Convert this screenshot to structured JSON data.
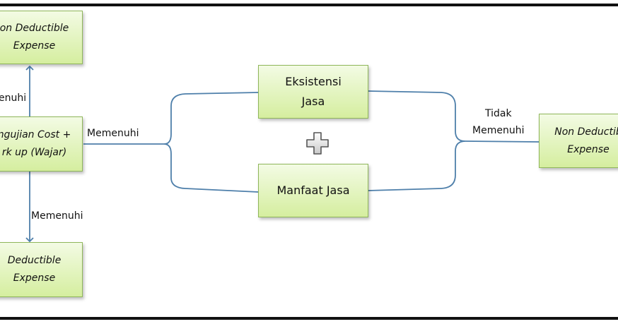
{
  "nodes": {
    "top_left": {
      "line1": "on Deductible",
      "line2": "Expense"
    },
    "mid_left": {
      "line1": "ngujian Cost +",
      "line2": "rk up (Wajar)"
    },
    "bottom_left": {
      "line1": "Deductible",
      "line2": "Expense"
    },
    "center_top": {
      "line1": "Eksistensi",
      "line2": "Jasa"
    },
    "center_bottom": {
      "line1": "Manfaat Jasa"
    },
    "right": {
      "line1": "Non Deductib",
      "line2": "Expense"
    }
  },
  "labels": {
    "up_arrow": "enuhi",
    "down_arrow": "Memenuhi",
    "to_center": "Memenuhi",
    "right_line1": "Tidak",
    "right_line2": "Memenuhi"
  },
  "icons": {
    "combine": "plus-icon"
  },
  "colors": {
    "connector": "#4e7faa",
    "node_border": "#8fb65a",
    "node_fill_top": "#f3fbe4",
    "node_fill_bottom": "#d5ee9f",
    "frame": "#111111"
  }
}
